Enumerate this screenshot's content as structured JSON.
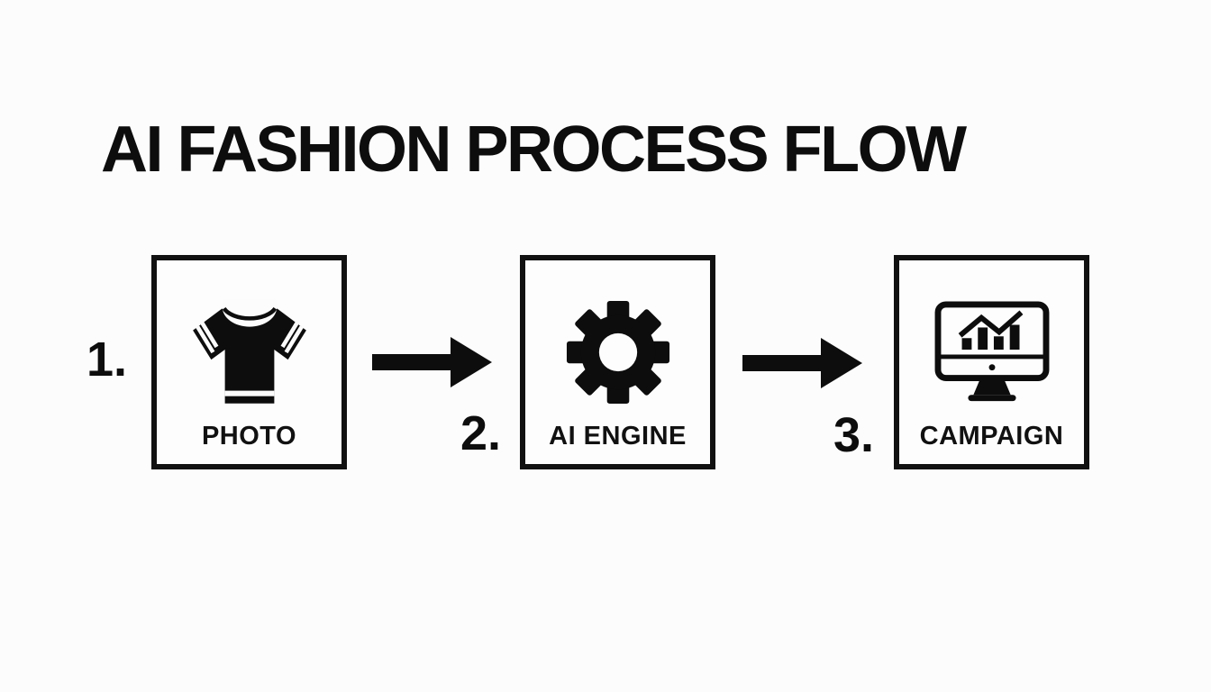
{
  "title": "AI FASHION PROCESS FLOW",
  "steps": [
    {
      "number": "1.",
      "label": "PHOTO",
      "icon": "tshirt-icon"
    },
    {
      "number": "2.",
      "label": "AI ENGINE",
      "icon": "gear-icon"
    },
    {
      "number": "3.",
      "label": "CAMPAIGN",
      "icon": "monitor-chart-icon"
    }
  ],
  "connectors": [
    {
      "type": "arrow-right",
      "from": "PHOTO",
      "to": "AI ENGINE"
    },
    {
      "type": "arrow-right",
      "from": "AI ENGINE",
      "to": "CAMPAIGN"
    }
  ],
  "colors": {
    "background": "#fcfcfc",
    "foreground": "#0d0d0d",
    "box_border": "#111111"
  }
}
